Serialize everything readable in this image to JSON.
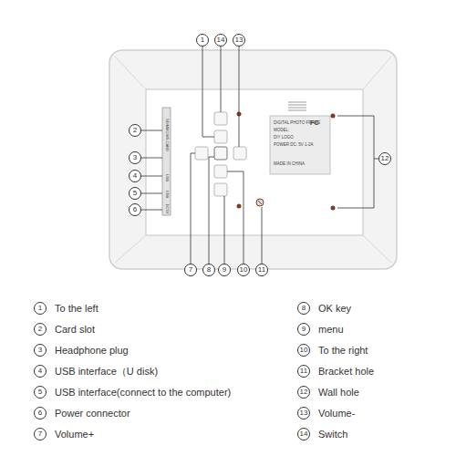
{
  "diagram": {
    "labels": [
      "FC",
      "DIGITAL PHOTO FRAME",
      "MODEL:",
      "DIY LOGO",
      "POWER DC: 5V 1-2A",
      "MADE IN CHINA",
      "SD/MMC/MS CARD",
      "USB",
      "USB",
      "DC5V",
      "1",
      "14",
      "13",
      "2",
      "3",
      "4",
      "5",
      "6",
      "12",
      "7",
      "8",
      "9",
      "10",
      "11",
      "1",
      "To the left",
      "8",
      "OK key",
      "2",
      "Card slot",
      "9",
      "menu",
      "3",
      "Headphone plug",
      "10",
      "To the right",
      "4",
      "USB interface（U disk)",
      "11",
      "Bracket hole",
      "5",
      "USB interface(connect to the computer)",
      "12",
      "Wall hole",
      "6",
      "Power connector",
      "13",
      "Volume-",
      "7",
      "Volume+",
      "14",
      "Switch"
    ]
  }
}
